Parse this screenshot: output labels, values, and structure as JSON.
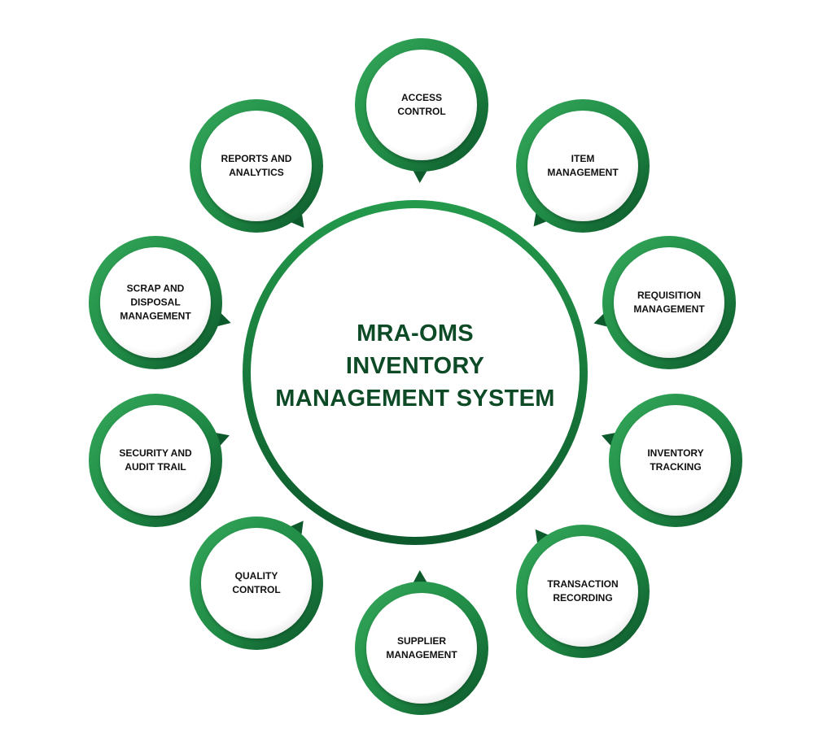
{
  "center": {
    "title_lines": [
      "MRA-OMS",
      "INVENTORY",
      "MANAGEMENT SYSTEM"
    ]
  },
  "colors": {
    "ring_light": "#2a9a4f",
    "ring_dark": "#0d5a2c",
    "title": "#0d4a26"
  },
  "modules": [
    {
      "id": "access-control",
      "lines": [
        "ACCESS",
        "CONTROL"
      ]
    },
    {
      "id": "item-management",
      "lines": [
        "ITEM",
        "MANAGEMENT"
      ]
    },
    {
      "id": "requisition-management",
      "lines": [
        "REQUISITION",
        "MANAGEMENT"
      ]
    },
    {
      "id": "inventory-tracking",
      "lines": [
        "INVENTORY",
        "TRACKING"
      ]
    },
    {
      "id": "transaction-recording",
      "lines": [
        "TRANSACTION",
        "RECORDING"
      ]
    },
    {
      "id": "supplier-management",
      "lines": [
        "SUPPLIER",
        "MANAGEMENT"
      ]
    },
    {
      "id": "quality-control",
      "lines": [
        "QUALITY",
        "CONTROL"
      ]
    },
    {
      "id": "security-and-audit-trail",
      "lines": [
        "SECURITY AND",
        "AUDIT TRAIL"
      ]
    },
    {
      "id": "scrap-and-disposal-management",
      "lines": [
        "SCRAP AND",
        "DISPOSAL",
        "MANAGEMENT"
      ]
    },
    {
      "id": "reports-and-analytics",
      "lines": [
        "REPORTS AND",
        "ANALYTICS"
      ]
    }
  ]
}
